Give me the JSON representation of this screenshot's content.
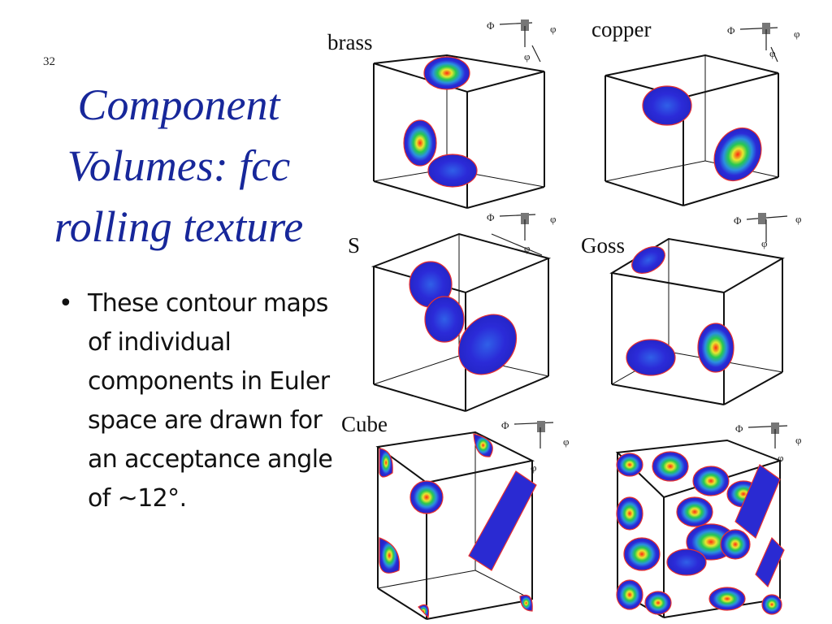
{
  "slide_number": "32",
  "title_lines": [
    "Component",
    "Volumes: fcc",
    "rolling texture"
  ],
  "bullet": "These contour maps of individual components in Euler space are drawn for an acceptance angle of ~12°.",
  "panels": [
    {
      "label": "brass"
    },
    {
      "label": "copper"
    },
    {
      "label": "S"
    },
    {
      "label": "Goss"
    },
    {
      "label": "Cube"
    },
    {
      "label": ""
    }
  ],
  "axis_symbols": {
    "Phi": "Φ",
    "phi": "φ"
  },
  "colors": {
    "title": "#17279a",
    "blob": "#2c2cd6",
    "blob_edge": "#ff3030",
    "core_yellow": "#e8e830",
    "core_green": "#28c850"
  }
}
